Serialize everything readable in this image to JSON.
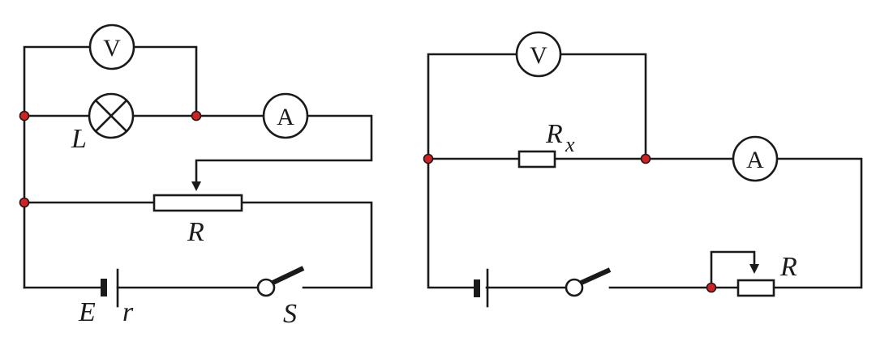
{
  "colors": {
    "wire": "#1a1a1a",
    "node": "#d42020",
    "background": "#ffffff"
  },
  "left_circuit": {
    "voltmeter_label": "V",
    "ammeter_label": "A",
    "lamp_label": "L",
    "rheostat_label": "R",
    "battery_emf_label": "E",
    "battery_internal_label": "r",
    "switch_label": "S"
  },
  "right_circuit": {
    "voltmeter_label": "V",
    "ammeter_label": "A",
    "resistor_label": "R",
    "resistor_subscript": "x",
    "rheostat_label": "R"
  }
}
